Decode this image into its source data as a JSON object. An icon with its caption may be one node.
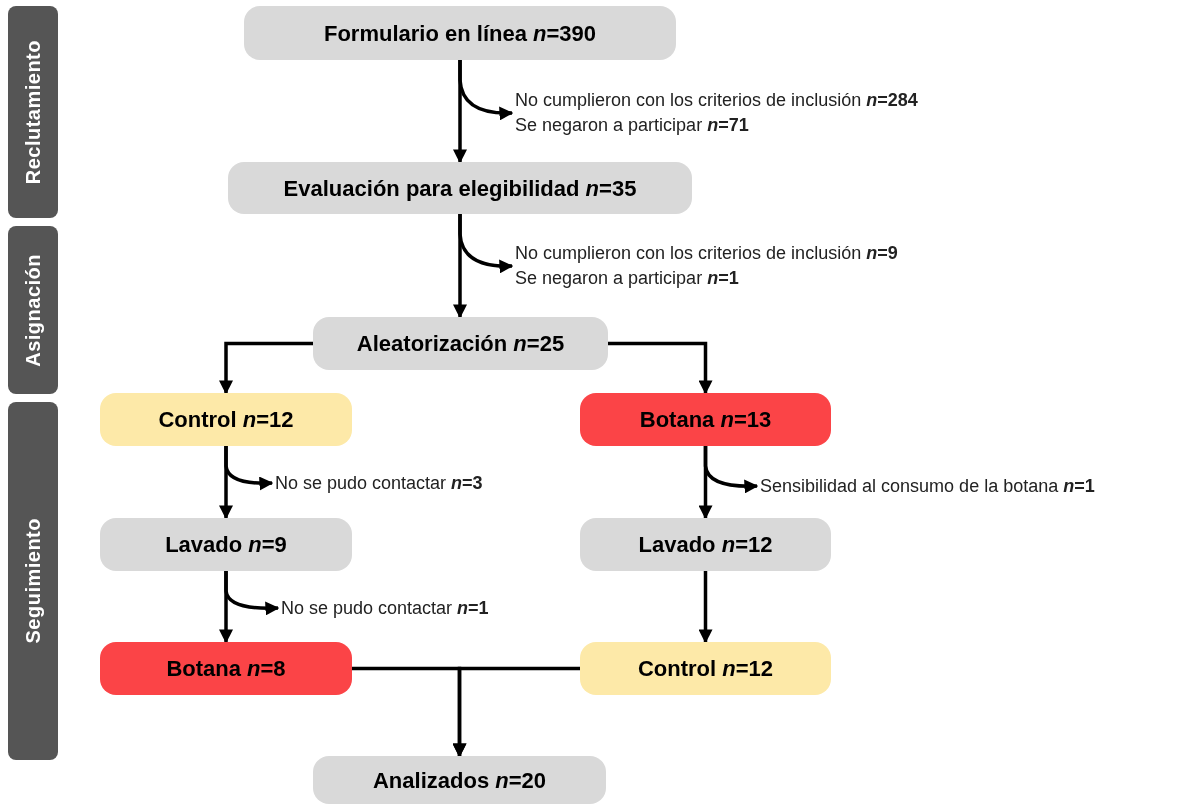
{
  "diagram": {
    "nodes": [
      {
        "text": [
          "Reclutamiento"
        ]
      },
      {
        "text": [
          "Asignación"
        ]
      },
      {
        "text": [
          "Seguimiento"
        ]
      },
      {
        "text": [
          "Formulario en línea *n*=390"
        ]
      },
      {
        "text": [
          "Evaluación para elegibilidad *n*=35"
        ]
      },
      {
        "text": [
          "No cumplieron con los criterios de inclusión ***n*=284**",
          "Se negaron a participar  ***n*=71**"
        ]
      },
      {
        "text": [
          "No cumplieron con los criterios de inclusión ***n*=9**",
          "Se negaron a participar ***n*=1**"
        ]
      },
      {
        "text": [
          "Aleatorización *n*=25"
        ]
      },
      {
        "text": [
          "Control *n*=12"
        ]
      },
      {
        "text": [
          "Botana *n*=13"
        ]
      },
      {
        "text": [
          "No se pudo contactar ***n*=3**"
        ]
      },
      {
        "text": [
          "Sensibilidad al consumo de la botana ***n*=1**"
        ]
      },
      {
        "text": [
          "Lavado *n*=9"
        ]
      },
      {
        "text": [
          "Lavado *n*=12"
        ]
      },
      {
        "text": [
          "No se pudo contactar ***n*=1**"
        ]
      },
      {
        "text": [
          "Botana *n*=8"
        ]
      },
      {
        "text": [
          "Control *n*=12"
        ]
      },
      {
        "text": [
          "Analizados *n*=20"
        ]
      }
    ],
    "edges": [
      {
        "from": 3,
        "to": 4,
        "arrow": "to"
      },
      {
        "from": 3,
        "to": 5,
        "arrow": "to"
      },
      {
        "from": 4,
        "to": 7,
        "arrow": "to"
      },
      {
        "from": 4,
        "to": 6,
        "arrow": "to"
      },
      {
        "from": 7,
        "to": 8,
        "arrow": "to"
      },
      {
        "from": 7,
        "to": 9,
        "arrow": "to"
      },
      {
        "from": 8,
        "to": 12,
        "arrow": "to"
      },
      {
        "from": 8,
        "to": 10,
        "arrow": "to"
      },
      {
        "from": 9,
        "to": 13,
        "arrow": "to"
      },
      {
        "from": 9,
        "to": 11,
        "arrow": "to"
      },
      {
        "from": 12,
        "to": 15,
        "arrow": "to"
      },
      {
        "from": 12,
        "to": 14,
        "arrow": "to"
      },
      {
        "from": 13,
        "to": 16,
        "arrow": "to"
      },
      {
        "from": 15,
        "to": 17,
        "arrow": "to"
      },
      {
        "from": 16,
        "to": 17,
        "arrow": "to"
      }
    ]
  }
}
